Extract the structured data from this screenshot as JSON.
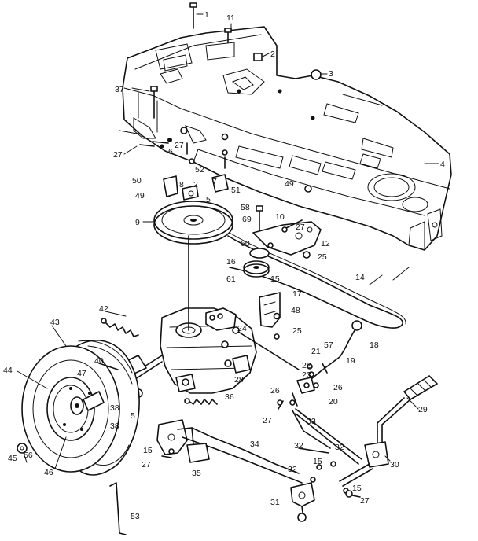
{
  "callouts": [
    {
      "id": "c1",
      "label": "1"
    },
    {
      "id": "c11",
      "label": "11"
    },
    {
      "id": "c2a",
      "label": "2"
    },
    {
      "id": "c3",
      "label": "3"
    },
    {
      "id": "c37",
      "label": "37"
    },
    {
      "id": "c4",
      "label": "4"
    },
    {
      "id": "c27a",
      "label": "27"
    },
    {
      "id": "c6a",
      "label": "6"
    },
    {
      "id": "c27b",
      "label": "27"
    },
    {
      "id": "c52",
      "label": "52"
    },
    {
      "id": "c8",
      "label": "8"
    },
    {
      "id": "c2b",
      "label": "2"
    },
    {
      "id": "c7",
      "label": "7"
    },
    {
      "id": "c50",
      "label": "50"
    },
    {
      "id": "c49a",
      "label": "49"
    },
    {
      "id": "c5a",
      "label": "5"
    },
    {
      "id": "c51",
      "label": "51"
    },
    {
      "id": "c49b",
      "label": "49"
    },
    {
      "id": "c58",
      "label": "58"
    },
    {
      "id": "c9",
      "label": "9"
    },
    {
      "id": "c69",
      "label": "69"
    },
    {
      "id": "c10",
      "label": "10"
    },
    {
      "id": "c27c",
      "label": "27"
    },
    {
      "id": "c12",
      "label": "12"
    },
    {
      "id": "c60",
      "label": "60"
    },
    {
      "id": "c16",
      "label": "16"
    },
    {
      "id": "c25a",
      "label": "25"
    },
    {
      "id": "c15a",
      "label": "15"
    },
    {
      "id": "c61",
      "label": "61"
    },
    {
      "id": "c14",
      "label": "14"
    },
    {
      "id": "c17",
      "label": "17"
    },
    {
      "id": "c48",
      "label": "48"
    },
    {
      "id": "c42",
      "label": "42"
    },
    {
      "id": "c24",
      "label": "24"
    },
    {
      "id": "c43",
      "label": "43"
    },
    {
      "id": "c25b",
      "label": "25"
    },
    {
      "id": "c18",
      "label": "18"
    },
    {
      "id": "c57",
      "label": "57"
    },
    {
      "id": "c21",
      "label": "21"
    },
    {
      "id": "c19",
      "label": "19"
    },
    {
      "id": "c40",
      "label": "40"
    },
    {
      "id": "c22",
      "label": "22"
    },
    {
      "id": "c44",
      "label": "44"
    },
    {
      "id": "c47",
      "label": "47"
    },
    {
      "id": "c23",
      "label": "23"
    },
    {
      "id": "c26a",
      "label": "26"
    },
    {
      "id": "c28",
      "label": "28"
    },
    {
      "id": "c26b",
      "label": "26"
    },
    {
      "id": "c38a",
      "label": "38"
    },
    {
      "id": "c5b",
      "label": "5"
    },
    {
      "id": "c36",
      "label": "36"
    },
    {
      "id": "c20",
      "label": "20"
    },
    {
      "id": "c29",
      "label": "29"
    },
    {
      "id": "c27d",
      "label": "27"
    },
    {
      "id": "c33",
      "label": "33"
    },
    {
      "id": "c38b",
      "label": "38"
    },
    {
      "id": "c34",
      "label": "34"
    },
    {
      "id": "c32a",
      "label": "32"
    },
    {
      "id": "c32b",
      "label": "32"
    },
    {
      "id": "c45",
      "label": "45"
    },
    {
      "id": "c56",
      "label": "56"
    },
    {
      "id": "c15b",
      "label": "15"
    },
    {
      "id": "c27e",
      "label": "27"
    },
    {
      "id": "c15c",
      "label": "15"
    },
    {
      "id": "c30",
      "label": "30"
    },
    {
      "id": "c46",
      "label": "46"
    },
    {
      "id": "c35",
      "label": "35"
    },
    {
      "id": "c32c",
      "label": "32"
    },
    {
      "id": "c15d",
      "label": "15"
    },
    {
      "id": "c27f",
      "label": "27"
    },
    {
      "id": "c31",
      "label": "31"
    },
    {
      "id": "c53",
      "label": "53"
    }
  ]
}
